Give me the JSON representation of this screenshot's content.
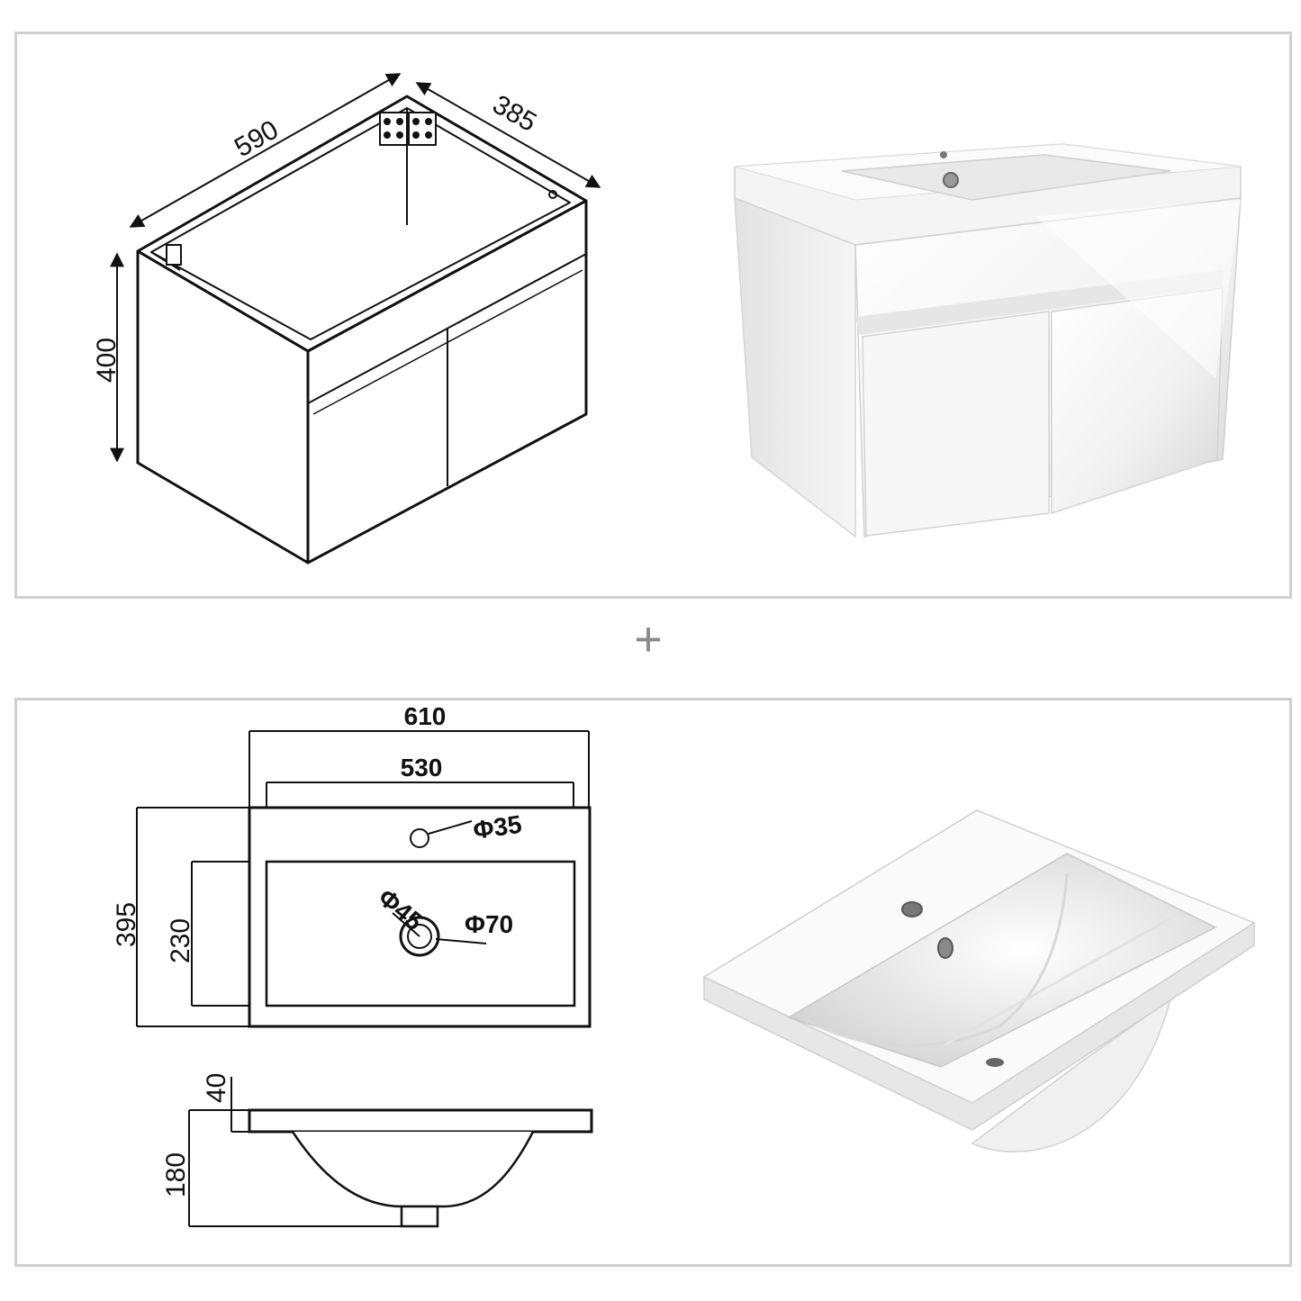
{
  "cabinet": {
    "width": "590",
    "depth": "385",
    "height": "400"
  },
  "separator": "+",
  "basin": {
    "outer_width": "610",
    "inner_width": "530",
    "depth": "395",
    "bowl_depth": "230",
    "tap_hole": "Φ35",
    "drain": "Φ45",
    "overflow": "Φ70",
    "rim_thickness": "40",
    "bowl_height": "180"
  },
  "colors": {
    "panel_border": "#cfcfcf",
    "line": "#111111",
    "product_white": "#ffffff",
    "product_shade": "#d9d9d9"
  }
}
